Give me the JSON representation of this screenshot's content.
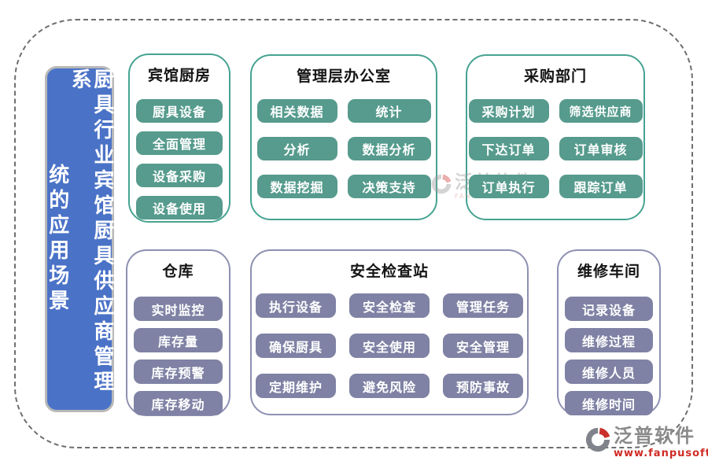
{
  "title": {
    "full": "厨具行业宾馆厨具供应商管理系统的应用场景",
    "column_right": "厨具行业宾馆厨具供应商管理系",
    "column_left": "统的应用场景"
  },
  "colors": {
    "teal_fill": "#569b8d",
    "teal_border": "#46a392",
    "purple_fill": "#7f82a4",
    "purple_border": "#8e90b2",
    "title_blue": "#4a72c7",
    "logo_red": "#cf2b24",
    "logo_gray": "#8a8a8a"
  },
  "groups": [
    {
      "label": "宾馆厨房",
      "theme": "teal",
      "items": [
        "厨具设备",
        "全面管理",
        "设备采购",
        "设备使用"
      ]
    },
    {
      "label": "管理层办公室",
      "theme": "teal",
      "items": [
        "相关数据",
        "统计",
        "分析",
        "数据分析",
        "数据挖掘",
        "决策支持"
      ]
    },
    {
      "label": "采购部门",
      "theme": "teal",
      "items": [
        "采购计划",
        "筛选供应商",
        "下达订单",
        "订单审核",
        "订单执行",
        "跟踪订单"
      ]
    },
    {
      "label": "仓库",
      "theme": "purple",
      "items": [
        "实时监控",
        "库存量",
        "库存预警",
        "库存移动"
      ]
    },
    {
      "label": "安全检查站",
      "theme": "purple",
      "items": [
        "执行设备",
        "安全检查",
        "管理任务",
        "确保厨具",
        "安全使用",
        "安全管理",
        "定期维护",
        "避免风险",
        "预防事故"
      ]
    },
    {
      "label": "维修车间",
      "theme": "purple",
      "items": [
        "记录设备",
        "维修过程",
        "维修人员",
        "维修时间"
      ]
    }
  ],
  "watermark": {
    "text": "泛普软件",
    "subtext": "FANPU SOFTWARE"
  },
  "logo": {
    "text": "泛普软件",
    "url": "www.fanpusoft.com"
  }
}
